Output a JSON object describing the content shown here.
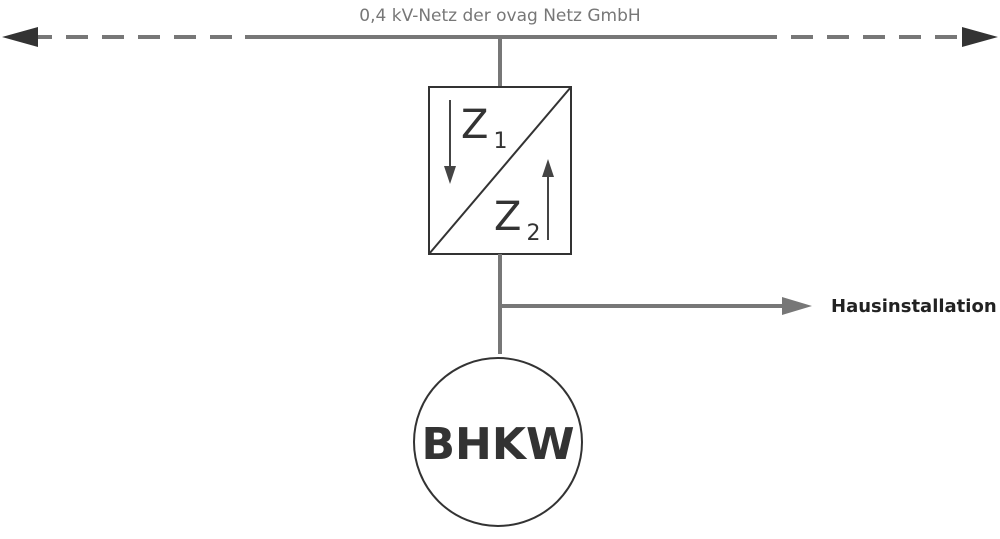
{
  "grid": {
    "label": "0,4 kV-Netz der ovag Netz GmbH",
    "line_color": "#777777"
  },
  "meter": {
    "z1": {
      "letter": "Z",
      "index": "1"
    },
    "z2": {
      "letter": "Z",
      "index": "2"
    }
  },
  "house": {
    "label": "Hausinstallation"
  },
  "generator": {
    "label": "BHKW"
  },
  "colors": {
    "line": "#777777",
    "ink": "#333333",
    "arrow_dark": "#444444",
    "background": "#ffffff"
  }
}
